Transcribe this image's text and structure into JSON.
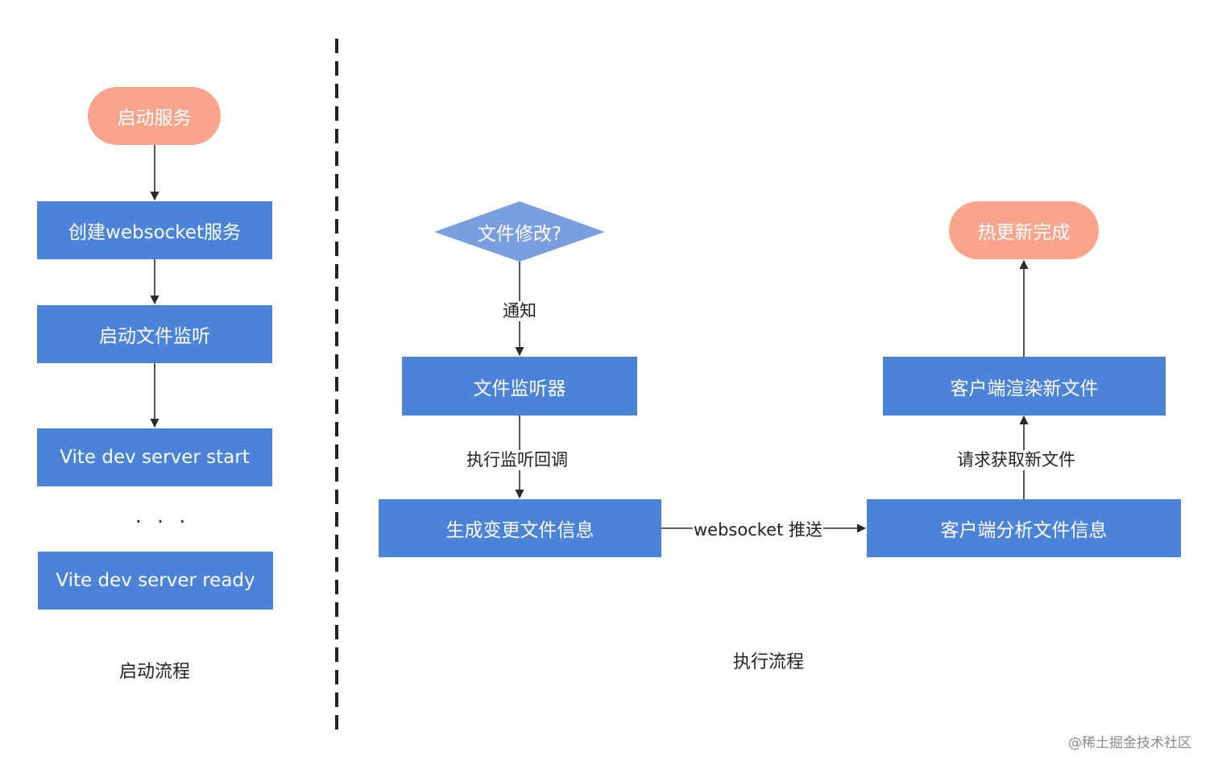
{
  "startup_flow": {
    "start_node": "启动服务",
    "create_ws": "创建websocket服务",
    "start_watch": "启动文件监听",
    "server_start": "Vite dev server start",
    "ellipsis": "· · ·",
    "server_ready": "Vite dev server ready",
    "caption": "启动流程"
  },
  "exec_flow": {
    "decision": "文件修改?",
    "notify_label": "通知",
    "watcher": "文件监听器",
    "callback_label": "执行监听回调",
    "generate_info": "生成变更文件信息",
    "push_label": "websocket 推送",
    "client_analyze": "客户端分析文件信息",
    "request_label": "请求获取新文件",
    "client_render": "客户端渲染新文件",
    "end_node": "热更新完成",
    "caption": "执行流程"
  },
  "watermark": "@稀土掘金技术社区",
  "colors": {
    "process": "#4a83d8",
    "terminal": "#f8a58b",
    "decision": "#7b9ee0",
    "line": "#2b2b2b"
  }
}
